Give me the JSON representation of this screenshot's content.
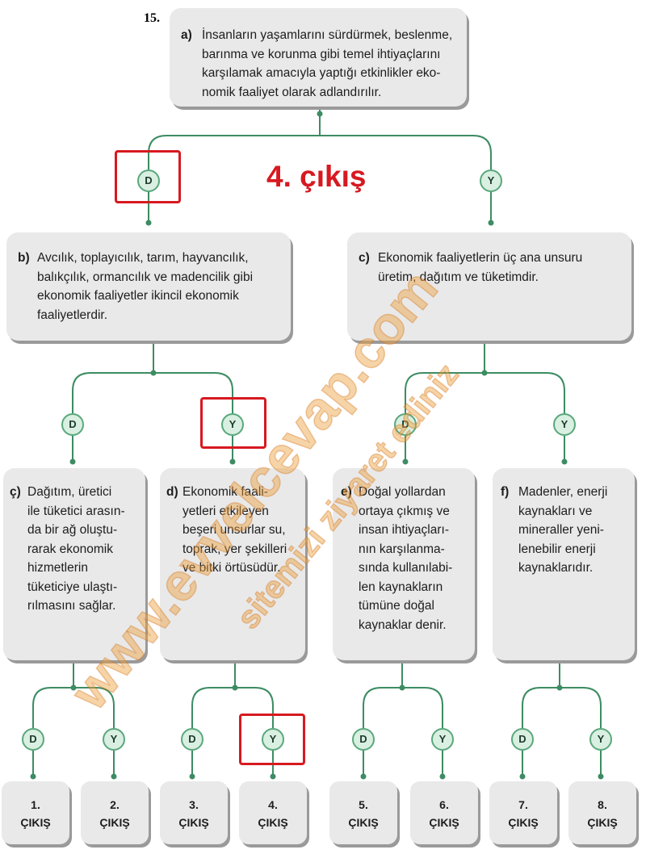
{
  "question_number": "15.",
  "answer_label": "4. çıkış",
  "boxes": {
    "a": {
      "label": "a)",
      "text": "İnsanların yaşamlarını sürdürmek, beslenme,\nbarınma ve korunma gibi temel ihtiyaçlarını\nkarşılamak amacıyla yaptığı etkinlikler eko-\nnomik faaliyet olarak adlandırılır."
    },
    "b": {
      "label": "b)",
      "text": "Avcılık, toplayıcılık, tarım, hayvancılık,\nbalıkçılık, ormancılık ve madencilik gibi\nekonomik faaliyetler ikincil ekonomik\nfaaliyetlerdir."
    },
    "c": {
      "label": "c)",
      "text": "Ekonomik faaliyetlerin üç ana unsuru\nüretim, dağıtım ve tüketimdir."
    },
    "cc": {
      "label": "ç)",
      "text": "Dağıtım, üretici\nile tüketici arasın-\nda bir ağ oluştu-\nrarak ekonomik\nhizmetlerin\ntüketiciye ulaştı-\nrılmasını sağlar."
    },
    "d": {
      "label": "d)",
      "text": "Ekonomik faali-\nyetleri etkileyen\nbeşeri unsurlar su,\ntoprak, yer şekilleri\nve bitki örtüsüdür."
    },
    "e": {
      "label": "e)",
      "text": "Doğal yollardan\nortaya çıkmış ve\ninsan ihtiyaçları-\nnın karşılanma-\nsında kullanılabi-\nlen kaynakların\ntümüne doğal\nkaynaklar denir."
    },
    "f": {
      "label": "f)",
      "text": "Madenler, enerji\nkaynakları ve\nmineraller yeni-\nlenebilir enerji\nkaynaklarıdır."
    }
  },
  "nodes": {
    "true": "D",
    "false": "Y"
  },
  "exits": [
    {
      "num": "1.",
      "word": "ÇIKIŞ"
    },
    {
      "num": "2.",
      "word": "ÇIKIŞ"
    },
    {
      "num": "3.",
      "word": "ÇIKIŞ"
    },
    {
      "num": "4.",
      "word": "ÇIKIŞ"
    },
    {
      "num": "5.",
      "word": "ÇIKIŞ"
    },
    {
      "num": "6.",
      "word": "ÇIKIŞ"
    },
    {
      "num": "7.",
      "word": "ÇIKIŞ"
    },
    {
      "num": "8.",
      "word": "ÇIKIŞ"
    }
  ],
  "watermark": {
    "main": "www.evvelcevap.com",
    "sub": "sitemizi ziyaret ediniz"
  },
  "colors": {
    "line": "#3d8c63",
    "highlight": "#d71920",
    "box": "#e9e9e9"
  }
}
